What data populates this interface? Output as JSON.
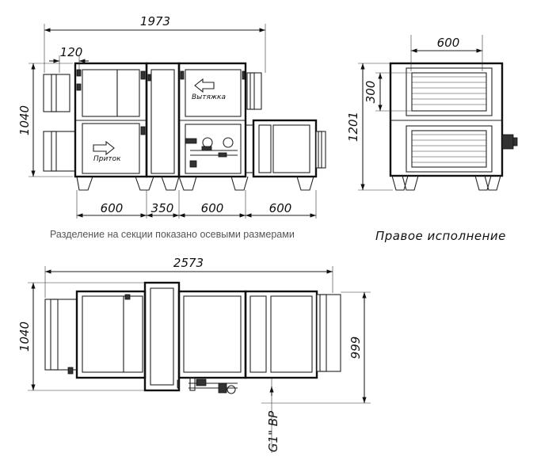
{
  "front_view": {
    "dim_total_width": "1973",
    "dim_height": "1040",
    "dim_duct_offset": "120",
    "section_widths": [
      "600",
      "350",
      "600",
      "600"
    ],
    "label_exhaust": "Вытяжка",
    "label_supply": "Приток"
  },
  "side_view": {
    "dim_width": "600",
    "dim_height": "1201",
    "dim_duct_height": "300",
    "caption": "Правое исполнение"
  },
  "top_view": {
    "dim_total_width": "2573",
    "dim_depth": "1040",
    "dim_depth_body": "999",
    "pipe_label": "G1\" ВР"
  },
  "note": "Разделение на секции показано осевыми размерами",
  "colors": {
    "line": "#222222",
    "text": "#111111",
    "note": "#555555"
  }
}
